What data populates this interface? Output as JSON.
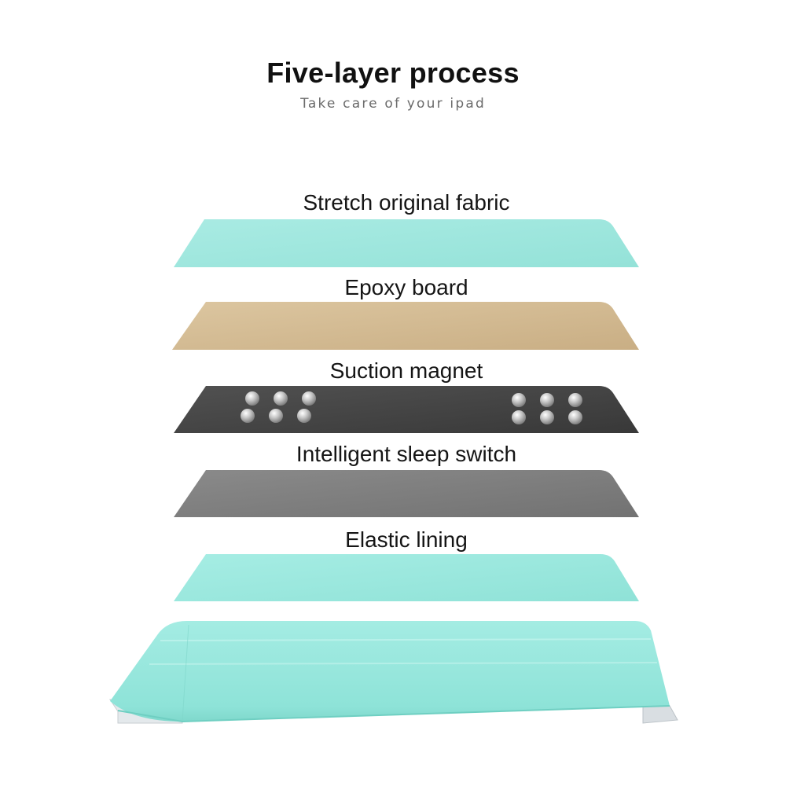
{
  "header": {
    "title": "Five-layer process",
    "subtitle": "Take care of your ipad"
  },
  "layers": [
    {
      "label": "Stretch original fabric",
      "color": "#a3e8e0"
    },
    {
      "label": "Epoxy board",
      "color": "#d4bc94"
    },
    {
      "label": "Suction magnet",
      "color": "#454545"
    },
    {
      "label": "Intelligent sleep switch",
      "color": "#7f7f7f"
    },
    {
      "label": "Elastic lining",
      "color": "#9ee8de"
    }
  ],
  "case": {
    "color": "#92e6dc"
  },
  "magnets": {
    "count": 12
  }
}
